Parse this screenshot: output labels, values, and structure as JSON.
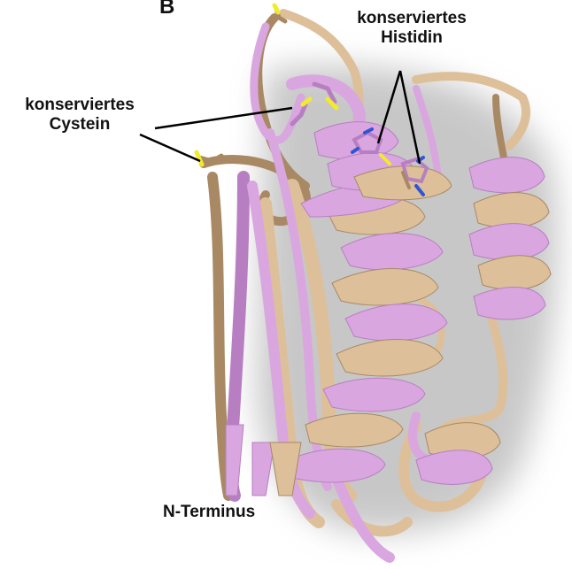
{
  "panel_letter": "B",
  "labels": {
    "histidine_line1": "konserviertes",
    "histidine_line2": "Histidin",
    "cysteine_line1": "konserviertes",
    "cysteine_line2": "Cystein",
    "n_terminus": "N-Terminus"
  },
  "colors": {
    "structure_a": "#d9a6e0",
    "structure_a_shade": "#b77fc2",
    "structure_b": "#ddc09a",
    "structure_b_shade": "#a88964",
    "sulfur": "#f2ea2c",
    "nitrogen": "#2f55d6",
    "annotation_line": "#000000",
    "shadow": "#9b9b9b"
  }
}
